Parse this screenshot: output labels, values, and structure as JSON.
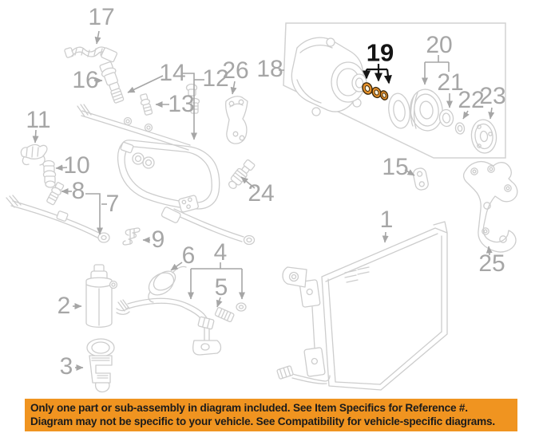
{
  "diagram": {
    "type": "parts-diagram",
    "subject": "A/C compressor, condenser, hoses and mounting parts line diagram",
    "highlight": {
      "ref": "19",
      "target_count": 3,
      "color": "#e8922b"
    },
    "colors": {
      "background": "#ffffff",
      "part_line": "#cdcdcd",
      "leader": "#a6a6a6",
      "label": "#a6a6a6",
      "highlight_label": "#141414",
      "highlight_fill": "#e8922b",
      "selection_box": "#d2d2d2"
    },
    "labels": [
      {
        "num": "1"
      },
      {
        "num": "2"
      },
      {
        "num": "3"
      },
      {
        "num": "4"
      },
      {
        "num": "5"
      },
      {
        "num": "6"
      },
      {
        "num": "7"
      },
      {
        "num": "8"
      },
      {
        "num": "9"
      },
      {
        "num": "10"
      },
      {
        "num": "11"
      },
      {
        "num": "12"
      },
      {
        "num": "13"
      },
      {
        "num": "14"
      },
      {
        "num": "15"
      },
      {
        "num": "16"
      },
      {
        "num": "17"
      },
      {
        "num": "18"
      },
      {
        "num": "19"
      },
      {
        "num": "20"
      },
      {
        "num": "21"
      },
      {
        "num": "22"
      },
      {
        "num": "23"
      },
      {
        "num": "24"
      },
      {
        "num": "25"
      },
      {
        "num": "26"
      }
    ]
  },
  "banner": {
    "background": "#f09420",
    "text_color": "#1b1b1b",
    "line1": "Only one part or sub-assembly in diagram included. See Item Specifics for Reference #.",
    "line2": "Diagram may not be specific to your vehicle. See Compatibility for vehicle-specific diagrams."
  }
}
